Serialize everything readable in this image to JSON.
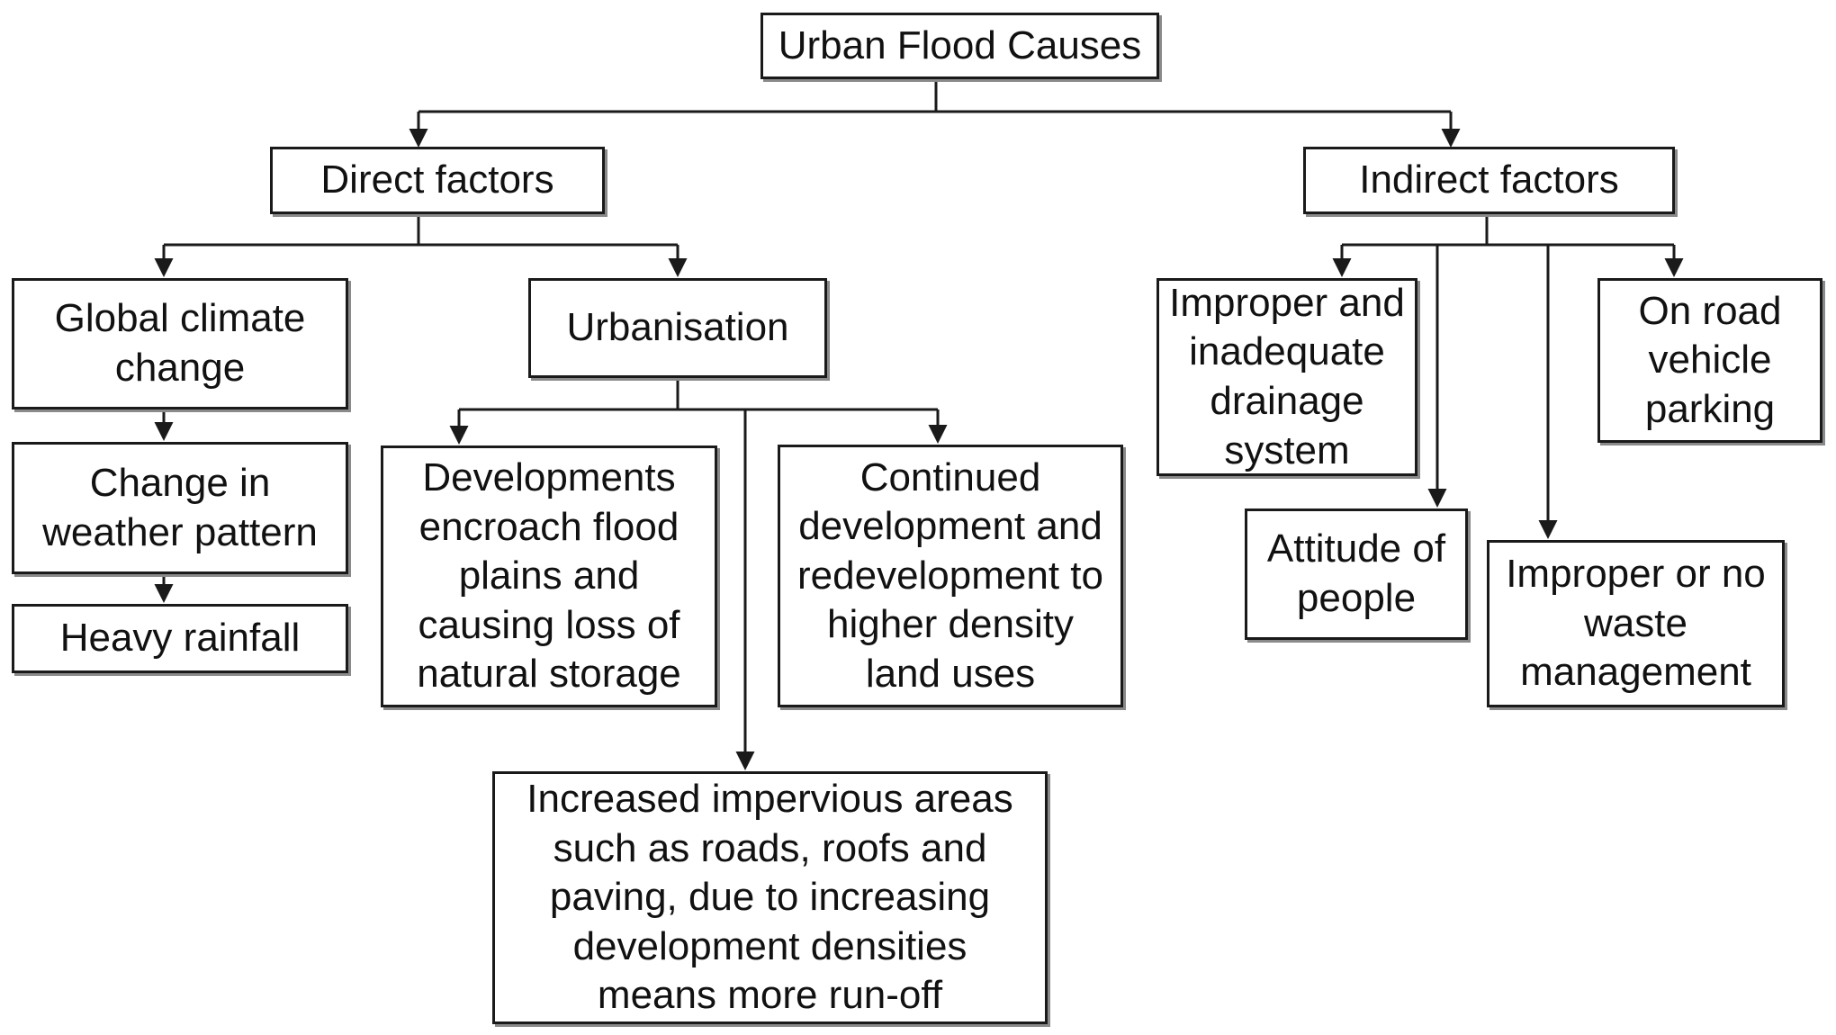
{
  "title": "Urban Flood Causes",
  "direct": {
    "label": "Direct factors",
    "global_climate": "Global climate change",
    "weather_pattern": "Change in weather pattern",
    "heavy_rainfall": "Heavy rainfall",
    "urbanisation": "Urbanisation",
    "encroach": "Developments encroach flood plains and causing loss of natural storage",
    "continued_development": "Continued development and redevelopment to higher density land uses",
    "impervious": "Increased impervious areas such as roads, roofs and paving, due to increasing development densities means more run-off"
  },
  "indirect": {
    "label": "Indirect factors",
    "drainage": "Improper and inadequate drainage system",
    "attitude": "Attitude of people",
    "waste": "Improper or no waste management",
    "parking": "On road vehicle parking"
  },
  "colors": {
    "line": "#1a1a1a",
    "shadow": "#8a8a8a"
  }
}
